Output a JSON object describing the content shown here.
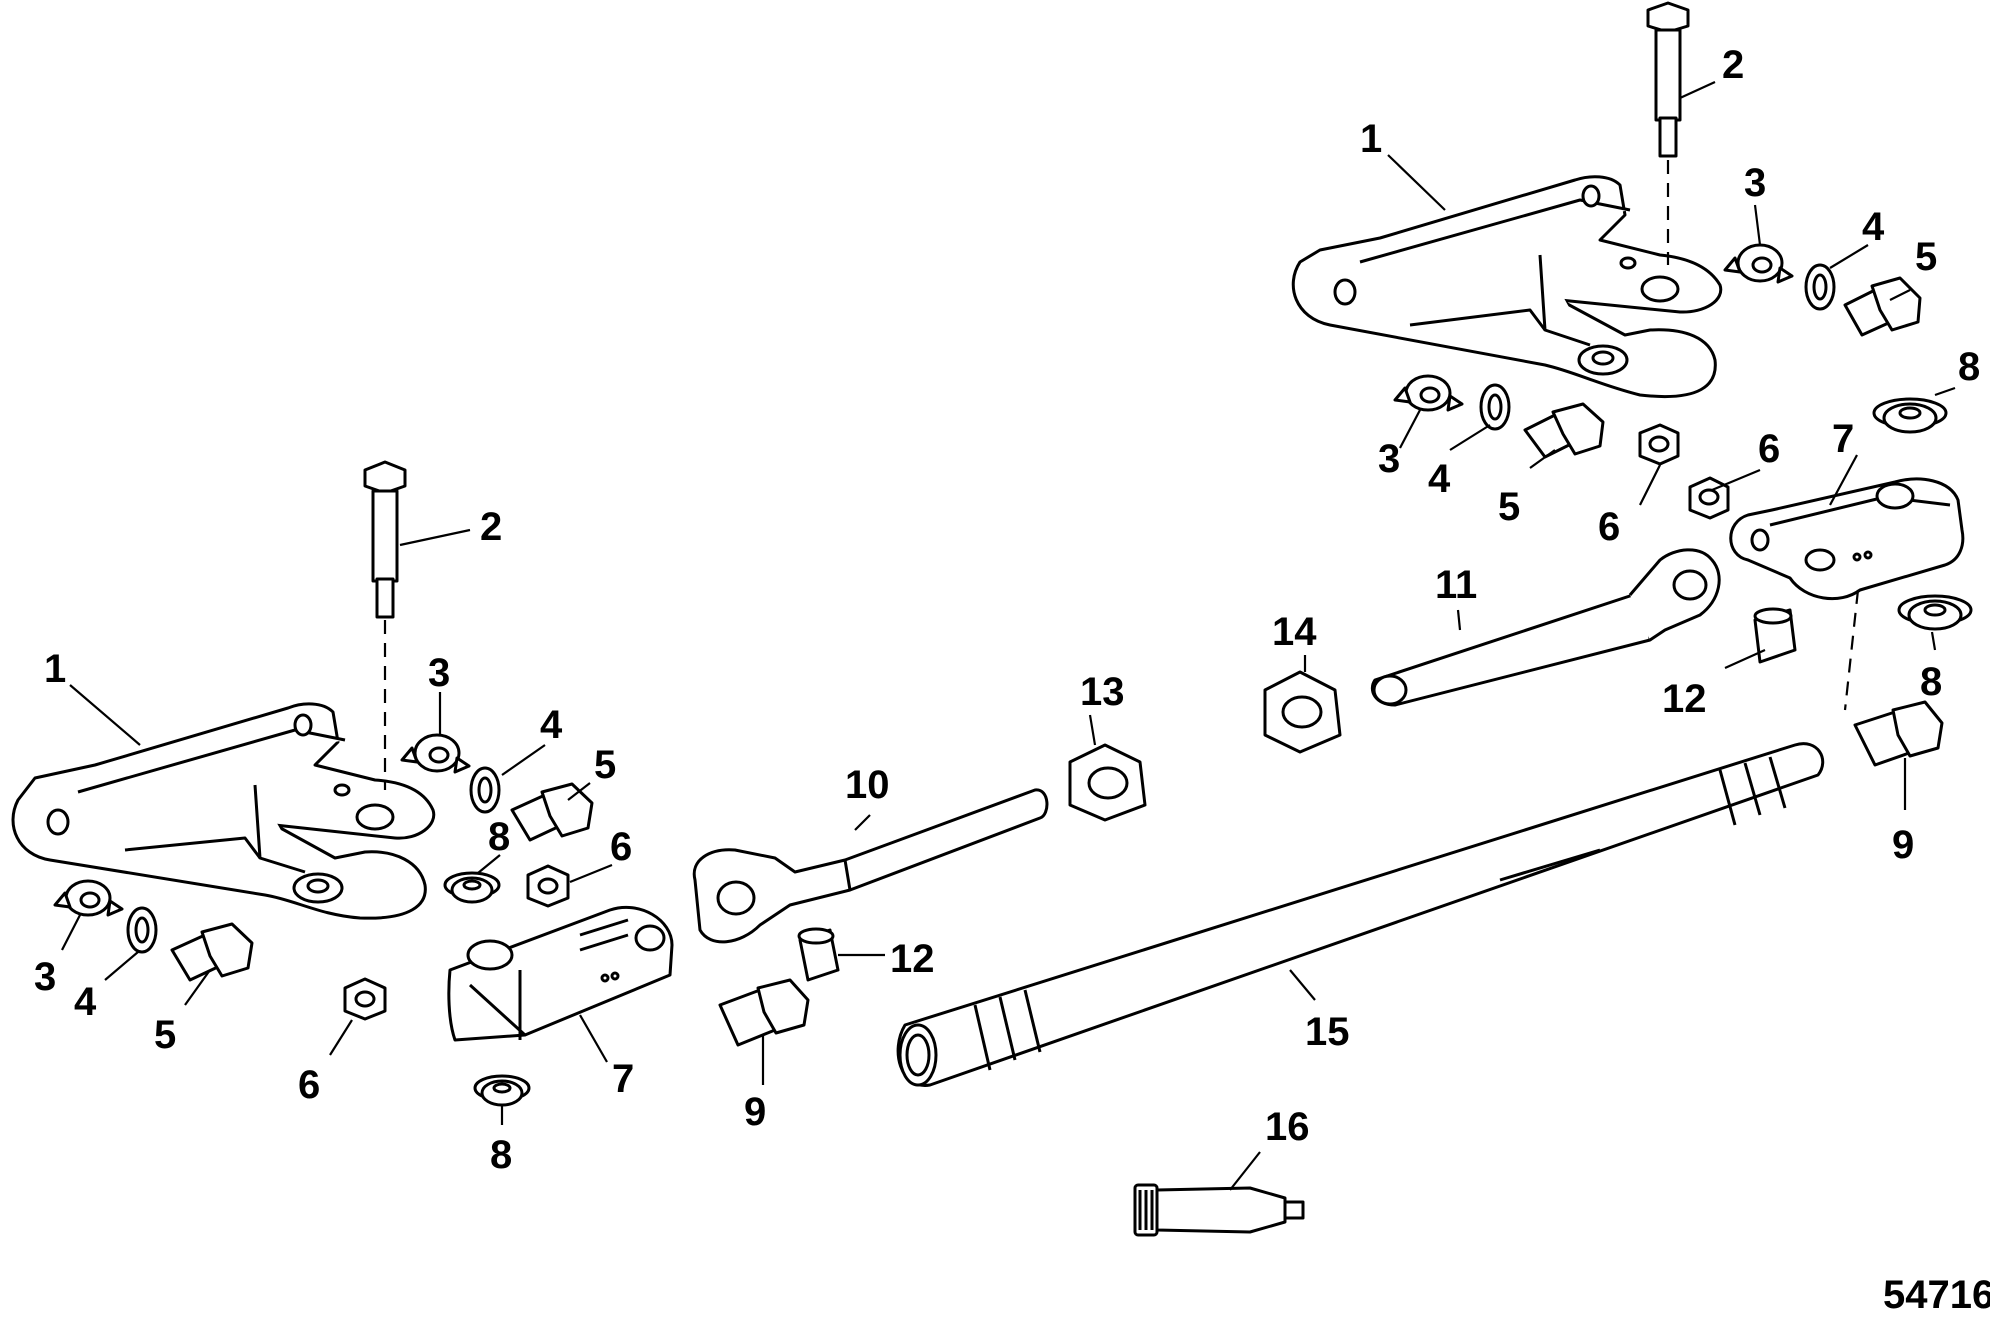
{
  "figure_number": "54716",
  "callouts": {
    "c1_top": "1",
    "c2_top": "2",
    "c3_top_a": "3",
    "c4_top_a": "4",
    "c5_top_a": "5",
    "c8_top_a": "8",
    "c3_top_b": "3",
    "c4_top_b": "4",
    "c5_top_b": "5",
    "c6_top_a": "6",
    "c6_top_b": "6",
    "c7_top": "7",
    "c11": "11",
    "c14": "14",
    "c12_top": "12",
    "c8_top_b": "8",
    "c9_right": "9",
    "c1_left": "1",
    "c2_left": "2",
    "c3_left_a": "3",
    "c4_left_a": "4",
    "c5_left_a": "5",
    "c8_left_a": "8",
    "c6_left_a": "6",
    "c3_left_b": "3",
    "c4_left_b": "4",
    "c5_left_b": "5",
    "c6_left_b": "6",
    "c7_left": "7",
    "c8_left_b": "8",
    "c9_left": "9",
    "c10": "10",
    "c13": "13",
    "c12_left": "12",
    "c15": "15",
    "c16": "16"
  }
}
